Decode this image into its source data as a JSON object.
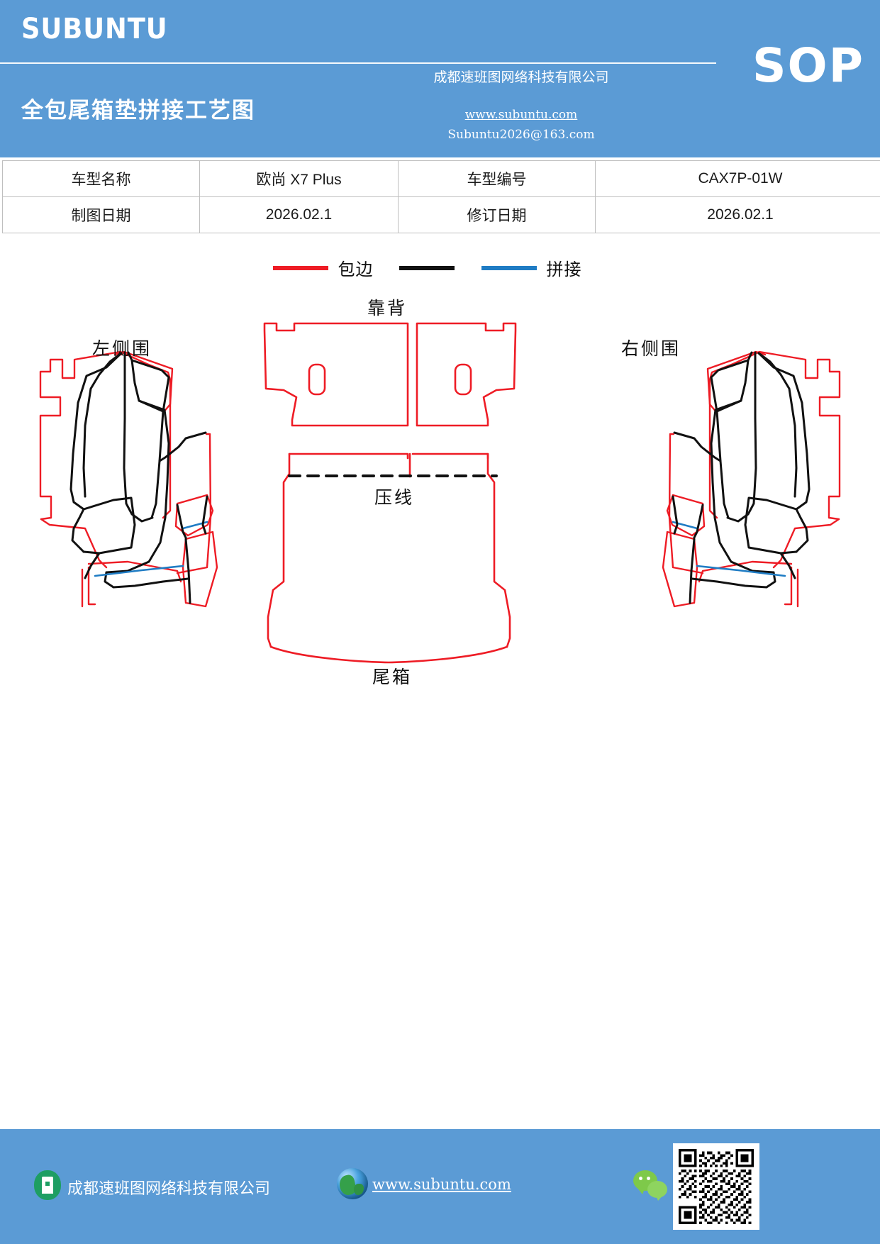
{
  "header": {
    "brand": "SUBUNTU",
    "doc_type": "SOP",
    "title": "全包尾箱垫拼接工艺图",
    "company": "成都速班图网络科技有限公司",
    "website": "www.subuntu.com",
    "email": "Subuntu2026@163.com",
    "bg_color": "#5b9bd5"
  },
  "info_table": {
    "rows": [
      {
        "label1": "车型名称",
        "value1": "欧尚 X7 Plus",
        "label2": "车型编号",
        "value2": "CAX7P-01W"
      },
      {
        "label1": "制图日期",
        "value1": "2026.02.1",
        "label2": "修订日期",
        "value2": "2026.02.1"
      }
    ]
  },
  "legend": {
    "items": [
      {
        "label": "包边",
        "color": "#ee1c25",
        "name": "binding"
      },
      {
        "label": "拼接",
        "color": "#111111",
        "name": "seam-black"
      },
      {
        "label": "拼接",
        "color": "#1f7cc4",
        "name": "seam-blue"
      }
    ],
    "display_labels": {
      "first": "包边",
      "second": "拼接"
    }
  },
  "diagram": {
    "labels": {
      "left_side": "左侧围",
      "right_side": "右侧围",
      "seat_back": "靠背",
      "press_line": "压线",
      "trunk": "尾箱"
    },
    "colors": {
      "outline_red": "#ee1c25",
      "outline_black": "#111111",
      "seam_blue": "#1f7cc4"
    }
  },
  "footer": {
    "company": "成都速班图网络科技有限公司",
    "website": "www.subuntu.com",
    "bg_color": "#5b9bd5"
  }
}
